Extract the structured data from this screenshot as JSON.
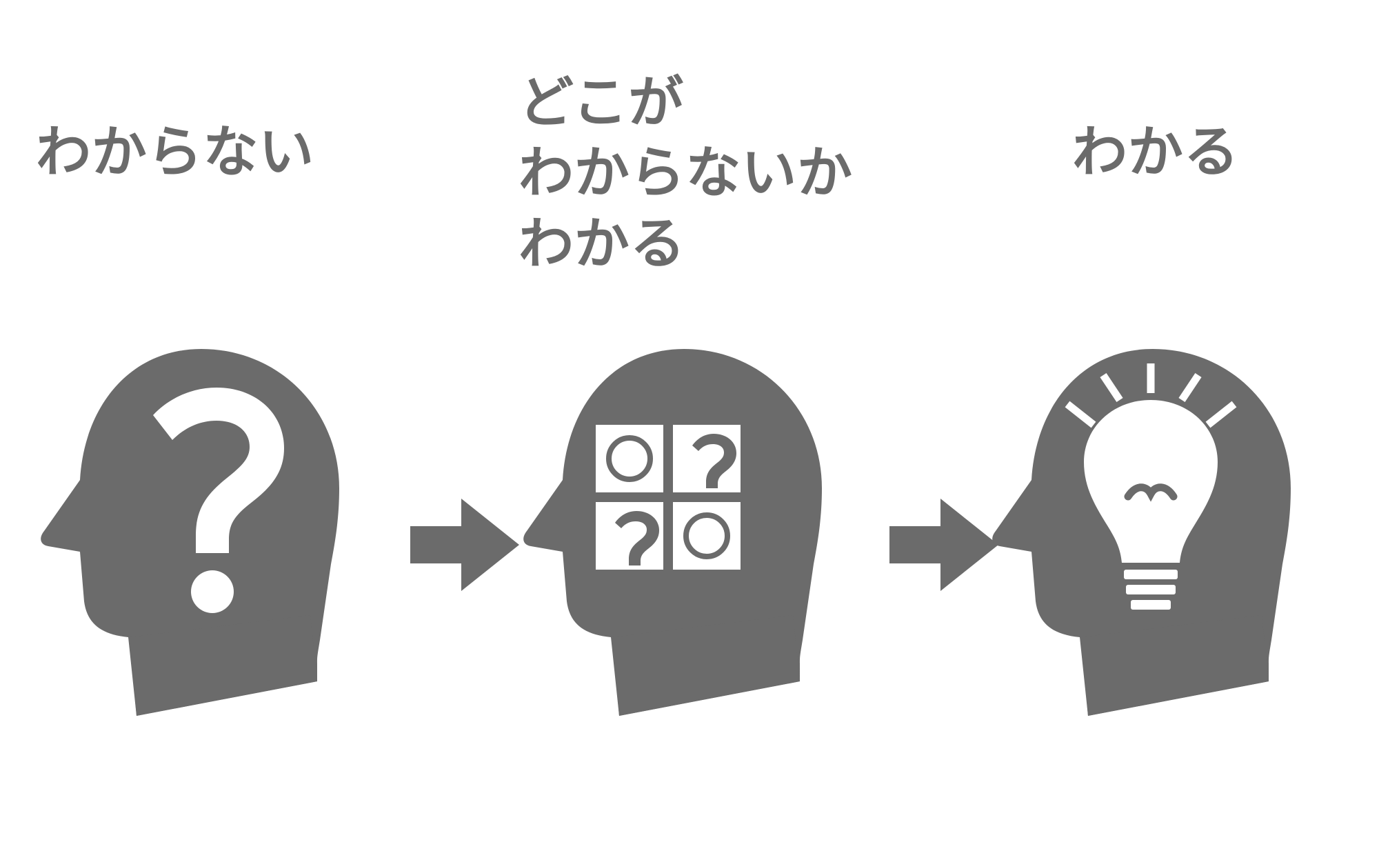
{
  "theme": {
    "background": "#ffffff",
    "figure_gray": "#6b6b6b",
    "text_gray": "#6b6b6b",
    "glyph_white": "#ffffff"
  },
  "diagram": {
    "title": "",
    "type": "three-stage-progression",
    "stages": [
      {
        "id": "stage-1",
        "label": "わからない",
        "label_lines": [
          "わからない"
        ],
        "icon": "head-with-question-mark",
        "icon_glyph": "?"
      },
      {
        "id": "stage-2",
        "label": "どこが\nわからないか\nわかる",
        "label_lines": [
          "どこが",
          "わからないか",
          "わかる"
        ],
        "icon": "head-with-puzzle-grid",
        "grid": {
          "rows": 2,
          "cols": 2,
          "cells": [
            "○",
            "?",
            "?",
            "○"
          ]
        }
      },
      {
        "id": "stage-3",
        "label": "わかる",
        "label_lines": [
          "わかる"
        ],
        "icon": "head-with-lightbulb",
        "lightbulb": {
          "rays": 5,
          "base_bands": 3
        }
      }
    ],
    "connectors": [
      {
        "id": "arrow-1",
        "icon": "arrow-right-icon",
        "from": "stage-1",
        "to": "stage-2"
      },
      {
        "id": "arrow-2",
        "icon": "arrow-right-icon",
        "from": "stage-2",
        "to": "stage-3"
      }
    ]
  }
}
